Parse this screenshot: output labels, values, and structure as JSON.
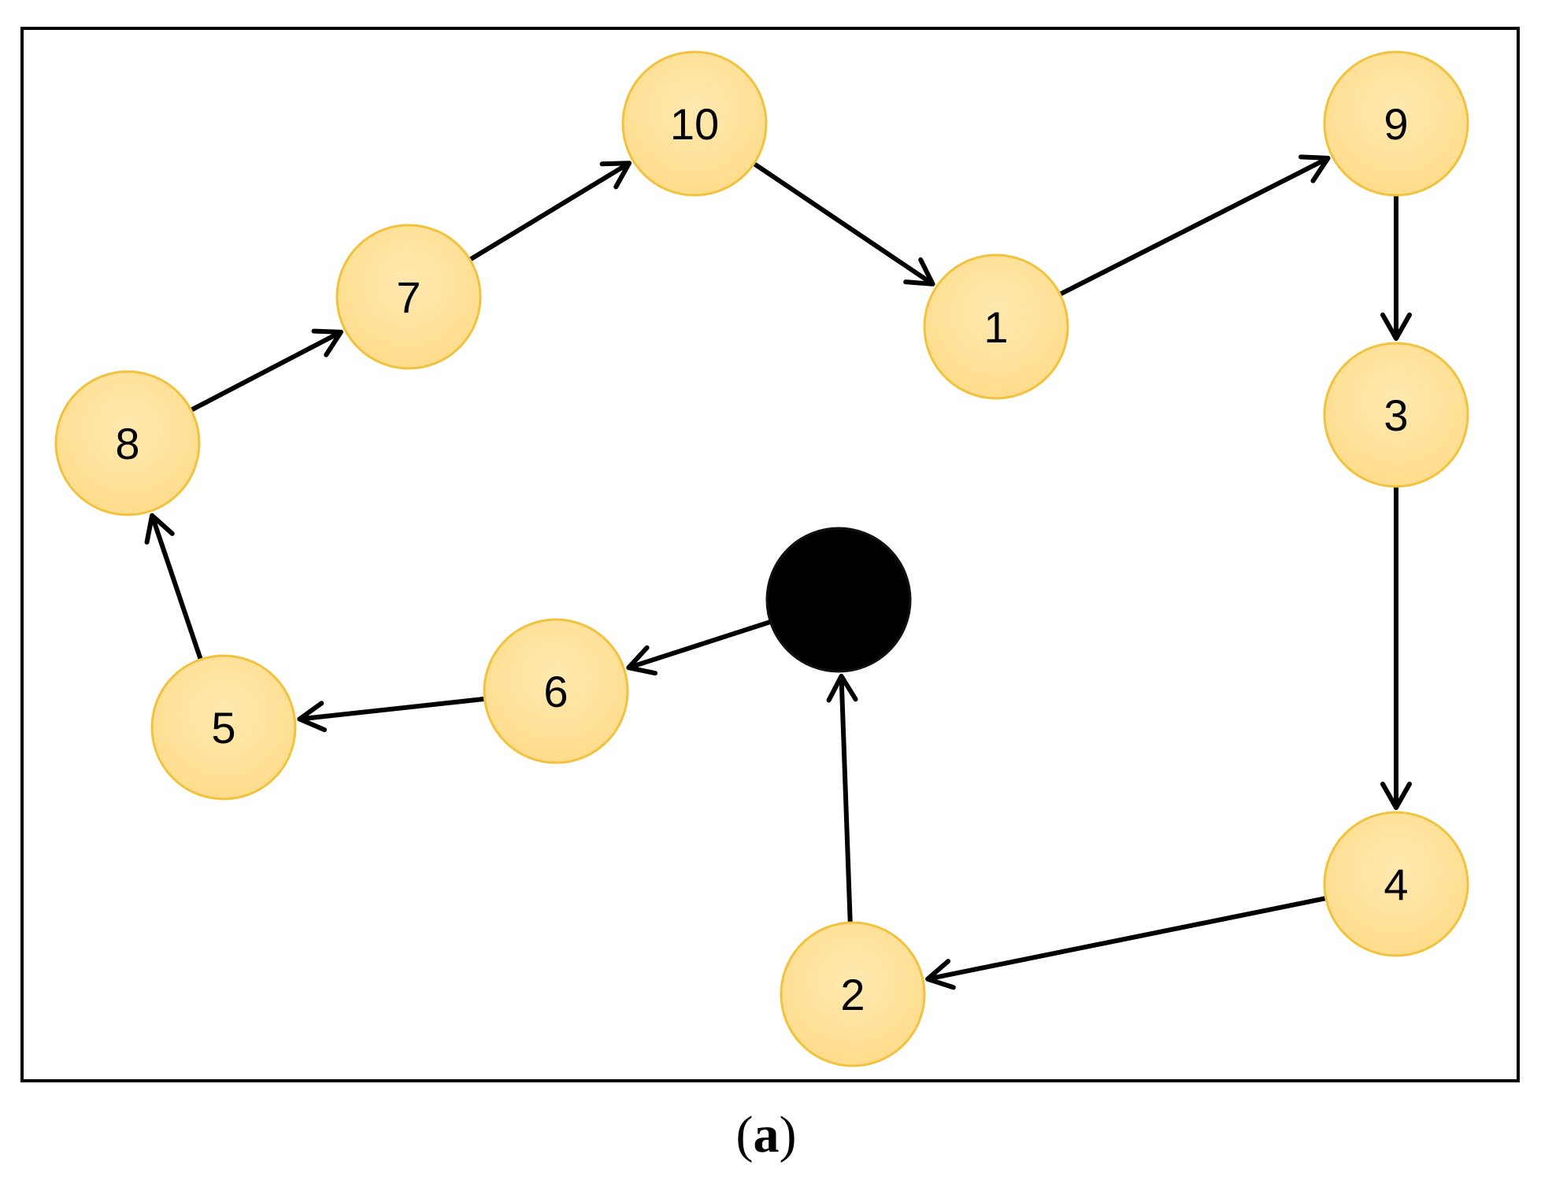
{
  "figure": {
    "caption": "(a)",
    "caption_inner": "a",
    "colors": {
      "node_fill": "#FEDC8C",
      "node_fill_light": "#FFE9B0",
      "node_stroke": "#F2C23C",
      "depot_fill": "#000000",
      "edge": "#000000",
      "frame": "#000000"
    }
  },
  "nodes": [
    {
      "id": "n1",
      "label": "1"
    },
    {
      "id": "n2",
      "label": "2"
    },
    {
      "id": "n3",
      "label": "3"
    },
    {
      "id": "n4",
      "label": "4"
    },
    {
      "id": "n5",
      "label": "5"
    },
    {
      "id": "n6",
      "label": "6"
    },
    {
      "id": "n7",
      "label": "7"
    },
    {
      "id": "n8",
      "label": "8"
    },
    {
      "id": "n9",
      "label": "9"
    },
    {
      "id": "n10",
      "label": "10"
    },
    {
      "id": "depot",
      "label": ""
    }
  ],
  "edges": [
    {
      "from": "depot",
      "to": "n6"
    },
    {
      "from": "n6",
      "to": "n5"
    },
    {
      "from": "n5",
      "to": "n8"
    },
    {
      "from": "n8",
      "to": "n7"
    },
    {
      "from": "n7",
      "to": "n10"
    },
    {
      "from": "n10",
      "to": "n1"
    },
    {
      "from": "n1",
      "to": "n9"
    },
    {
      "from": "n9",
      "to": "n3"
    },
    {
      "from": "n3",
      "to": "n4"
    },
    {
      "from": "n4",
      "to": "n2"
    },
    {
      "from": "n2",
      "to": "depot"
    }
  ]
}
